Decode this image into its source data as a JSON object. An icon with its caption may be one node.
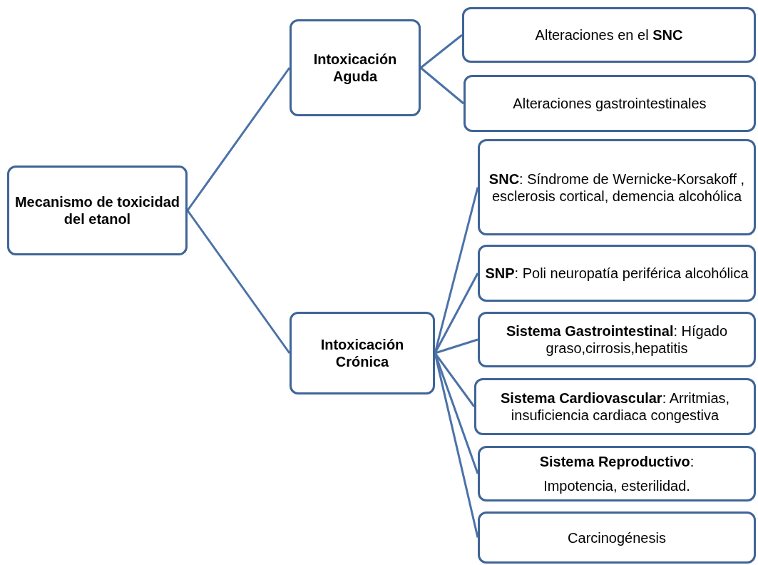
{
  "diagram": {
    "nodes": [
      {
        "text": [
          "Mecanismo de toxicidad del etanol"
        ]
      },
      {
        "text": [
          "Intoxicación Aguda"
        ]
      },
      {
        "text": [
          "Intoxicación Crónica"
        ]
      },
      {
        "text": [
          "Alteraciones en el **SNC**"
        ]
      },
      {
        "text": [
          "Alteraciones gastrointestinales"
        ]
      },
      {
        "text": [
          "**SNC**: Síndrome de Wernicke-Korsakoff , esclerosis cortical, demencia alcohólica"
        ]
      },
      {
        "text": [
          "**SNP**: Poli neuropatía periférica alcohólica"
        ]
      },
      {
        "text": [
          "**Sistema Gastrointestinal**: Hígado graso,cirrosis,hepatitis"
        ]
      },
      {
        "text": [
          "**Sistema Cardiovascular**: Arritmias, insuficiencia cardiaca congestiva"
        ]
      },
      {
        "text": [
          "**Sistema Reproductivo**:",
          "Impotencia, esterilidad."
        ]
      },
      {
        "text": [
          "Carcinogénesis"
        ]
      }
    ],
    "edges": [
      {
        "from": 0,
        "to": 1,
        "arrow": "none"
      },
      {
        "from": 0,
        "to": 2,
        "arrow": "none"
      },
      {
        "from": 1,
        "to": 3,
        "arrow": "none"
      },
      {
        "from": 1,
        "to": 4,
        "arrow": "none"
      },
      {
        "from": 2,
        "to": 5,
        "arrow": "none"
      },
      {
        "from": 2,
        "to": 6,
        "arrow": "none"
      },
      {
        "from": 2,
        "to": 7,
        "arrow": "none"
      },
      {
        "from": 2,
        "to": 8,
        "arrow": "none"
      },
      {
        "from": 2,
        "to": 9,
        "arrow": "none"
      },
      {
        "from": 2,
        "to": 10,
        "arrow": "none"
      }
    ]
  }
}
